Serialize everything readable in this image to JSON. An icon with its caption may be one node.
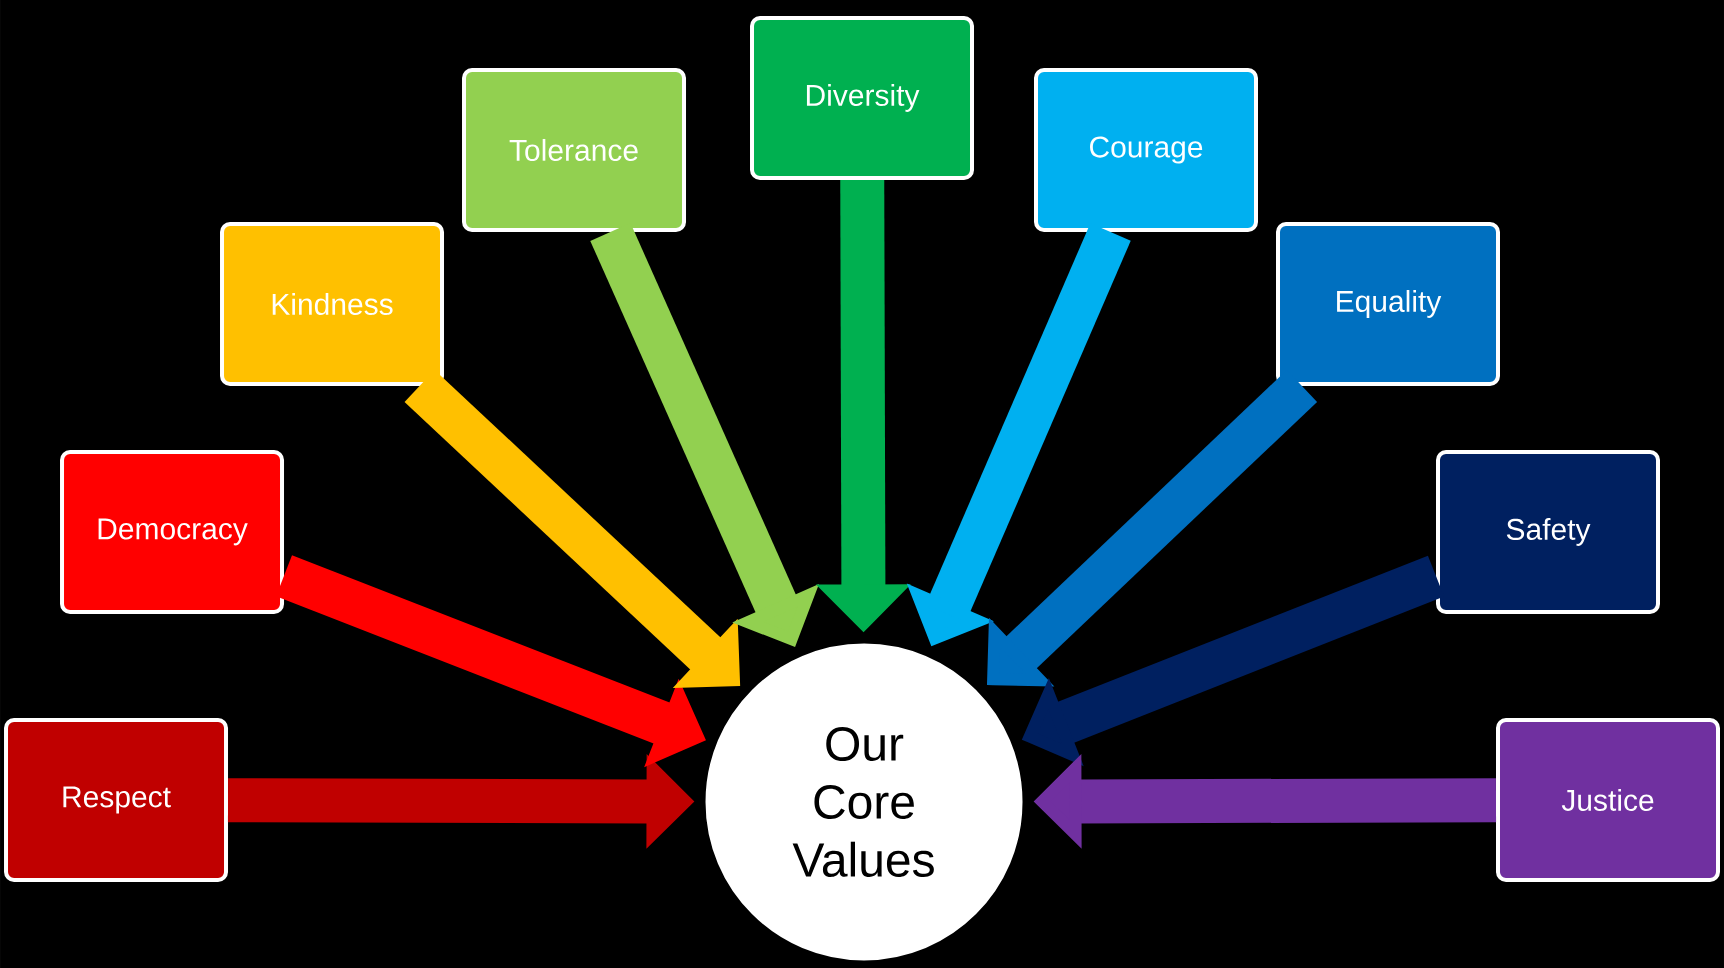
{
  "diagram": {
    "nodes": [
      {
        "text": [
          "Respect"
        ]
      },
      {
        "text": [
          "Democracy"
        ]
      },
      {
        "text": [
          "Kindness"
        ]
      },
      {
        "text": [
          "Tolerance"
        ]
      },
      {
        "text": [
          "Diversity"
        ]
      },
      {
        "text": [
          "Courage"
        ]
      },
      {
        "text": [
          "Equality"
        ]
      },
      {
        "text": [
          "Safety"
        ]
      },
      {
        "text": [
          "Justice"
        ]
      },
      {
        "text": [
          "Our Core Values"
        ]
      }
    ],
    "edges": [
      {
        "from": 0,
        "to": 9,
        "arrow": "to",
        "color": "#c00000"
      },
      {
        "from": 1,
        "to": 9,
        "arrow": "to",
        "color": "#ff0000"
      },
      {
        "from": 2,
        "to": 9,
        "arrow": "to",
        "color": "#ffc000"
      },
      {
        "from": 3,
        "to": 9,
        "arrow": "to",
        "color": "#92d050"
      },
      {
        "from": 4,
        "to": 9,
        "arrow": "to",
        "color": "#00b050"
      },
      {
        "from": 5,
        "to": 9,
        "arrow": "to",
        "color": "#00b0f0"
      },
      {
        "from": 6,
        "to": 9,
        "arrow": "to",
        "color": "#0070c0"
      },
      {
        "from": 7,
        "to": 9,
        "arrow": "to",
        "color": "#002060"
      },
      {
        "from": 8,
        "to": 9,
        "arrow": "to",
        "color": "#7030a0"
      }
    ]
  }
}
